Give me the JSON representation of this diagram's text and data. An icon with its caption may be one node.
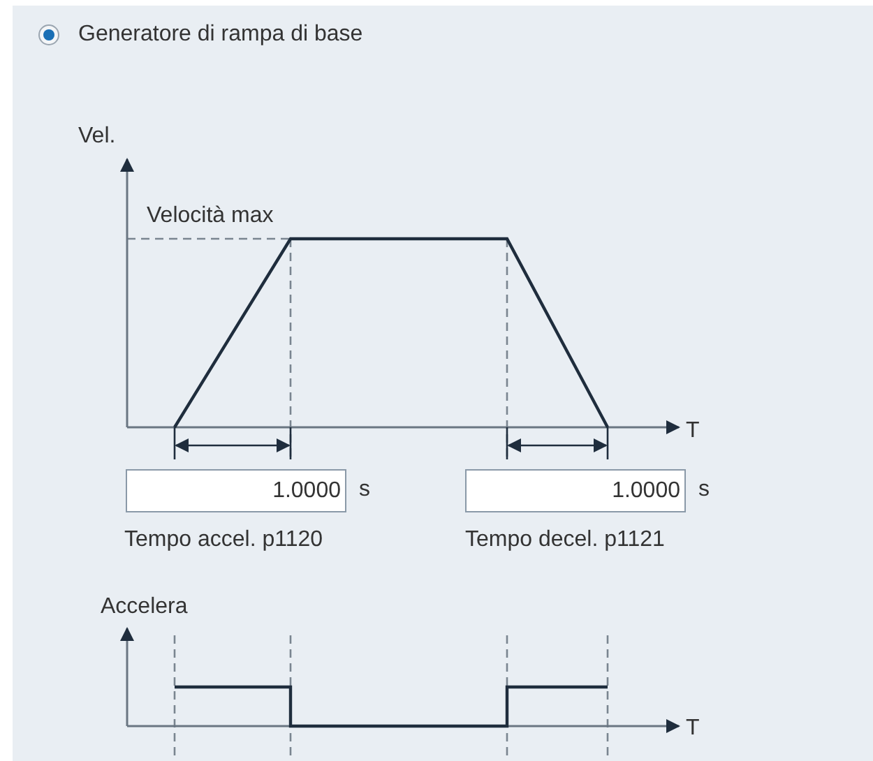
{
  "diagram": {
    "title": "Generatore di rampa di base",
    "labels": [
      "Vel.",
      "Velocità max",
      "T",
      "1.0000",
      "s",
      "1.0000",
      "s",
      "Tempo accel. p1120",
      "Tempo decel. p1121",
      "Accelera",
      "T"
    ]
  }
}
